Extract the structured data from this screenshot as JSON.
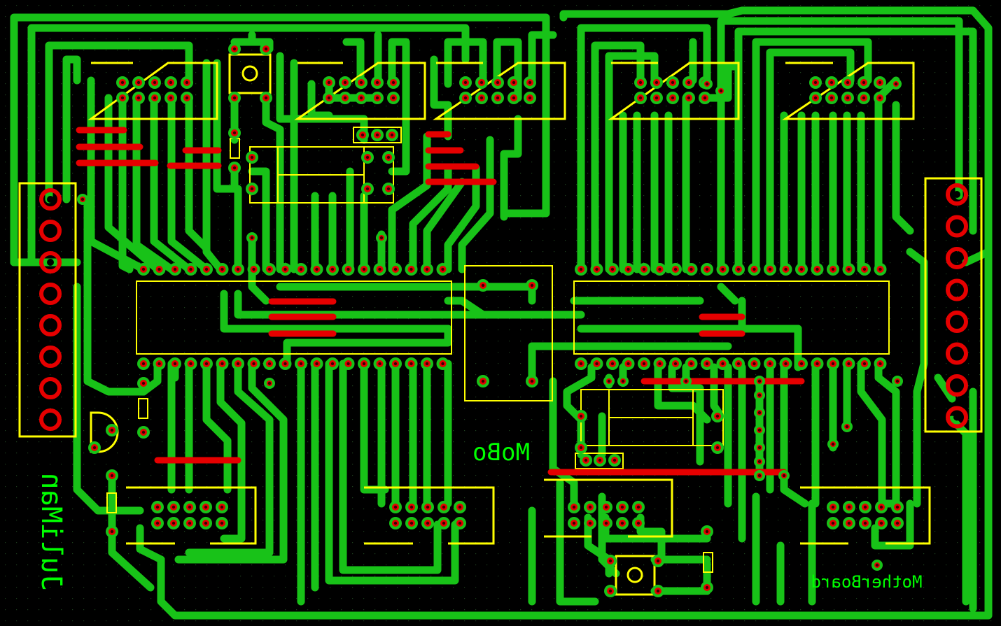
{
  "board": {
    "labels": {
      "mobo": "MoBo",
      "motherboard": "MotherBoard",
      "juliman": "JuliMan"
    },
    "colors": {
      "background": "#000000",
      "copper": "#18c218",
      "jumper": "#e60000",
      "silkscreen": "#ffff00",
      "pad_ring": "#e60000",
      "drill": "#3a0000",
      "grid_dot": "#1f3f1f"
    }
  }
}
